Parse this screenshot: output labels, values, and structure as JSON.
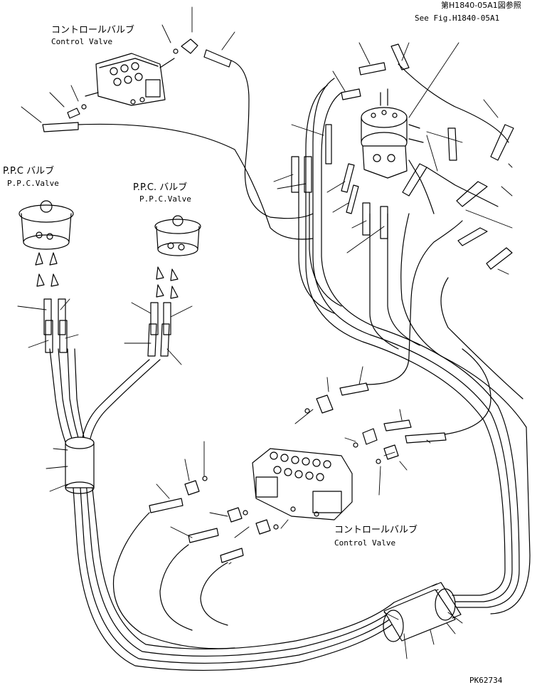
{
  "labels": {
    "ref_jp": "第H1840-05A1図参照",
    "ref_en": "See Fig.H1840-05A1",
    "cv_top_jp": "コントロールバルブ",
    "cv_top_en": "Control Valve",
    "ppc_left_jp": "P.P.C バルブ",
    "ppc_left_en": "P.P.C.Valve",
    "ppc_right_jp": "P.P.C. バルブ",
    "ppc_right_en": "P.P.C.Valve",
    "cv_bottom_jp": "コントロールバルブ",
    "cv_bottom_en": "Control Valve",
    "part_code": "PK62734"
  }
}
